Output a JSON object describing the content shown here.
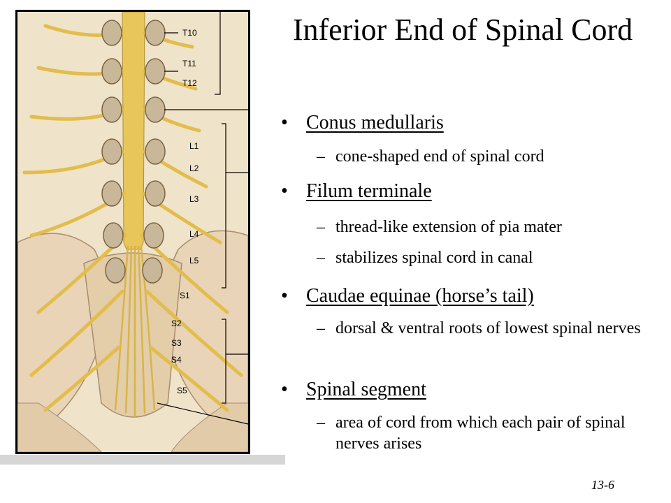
{
  "slide": {
    "title": "Inferior End of Spinal Cord",
    "slide_number": "13-6",
    "bullets": [
      {
        "text": "Conus medullaris",
        "subs": [
          "cone-shaped end of spinal cord"
        ]
      },
      {
        "text": "Filum terminale",
        "subs": [
          "thread-like extension of pia mater",
          "stabilizes spinal cord in canal"
        ]
      },
      {
        "text": "Caudae equinae (horse’s tail)",
        "subs": [
          "dorsal & ventral roots of lowest spinal nerves"
        ]
      },
      {
        "text": "Spinal segment",
        "subs": [
          "area of cord from which each pair of spinal nerves arises"
        ]
      }
    ]
  },
  "figure": {
    "vertebra_labels": [
      "T10",
      "T11",
      "T12",
      "L1",
      "L2",
      "L3",
      "L4",
      "L5",
      "S1",
      "S2",
      "S3",
      "S4",
      "S5"
    ],
    "colors": {
      "nerve": "#e8c65a",
      "bone": "#efe3c9",
      "vertebra": "#c9b79a"
    }
  }
}
